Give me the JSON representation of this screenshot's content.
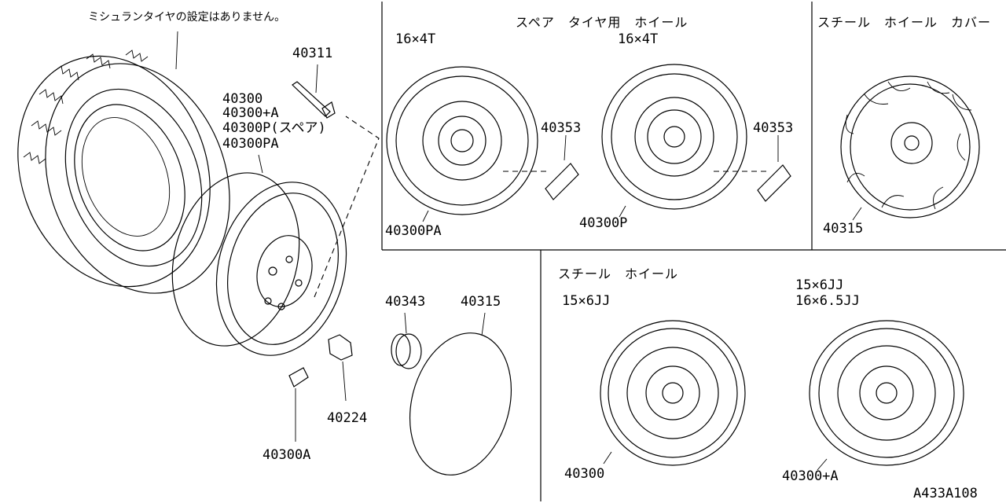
{
  "note": "ミシュランタイヤの設定はありません。",
  "diagram_id": "A433A108",
  "panels": {
    "spare": {
      "title": "スペア　タイヤ用　ホイール",
      "size_left": "16×4T",
      "size_right": "16×4T"
    },
    "cover": {
      "title": "スチール　ホイール　カバー"
    },
    "steel": {
      "title": "スチール　ホイール",
      "size_left": "15×6JJ",
      "size_right_1": "15×6JJ",
      "size_right_2": "16×6.5JJ"
    }
  },
  "parts": {
    "p40311": "40311",
    "p40300": "40300",
    "p40300A_plus": "40300+A",
    "p40300P_spare": "40300P(スペア)",
    "p40300PA": "40300PA",
    "p40343": "40343",
    "p40315_cap": "40315",
    "p40224": "40224",
    "p40300A": "40300A",
    "p40353_left": "40353",
    "p40353_right": "40353",
    "p40300PA_spare": "40300PA",
    "p40300P": "40300P",
    "p40315_cover": "40315",
    "p40300_steel": "40300",
    "p40300A_plus_steel": "40300+A"
  }
}
